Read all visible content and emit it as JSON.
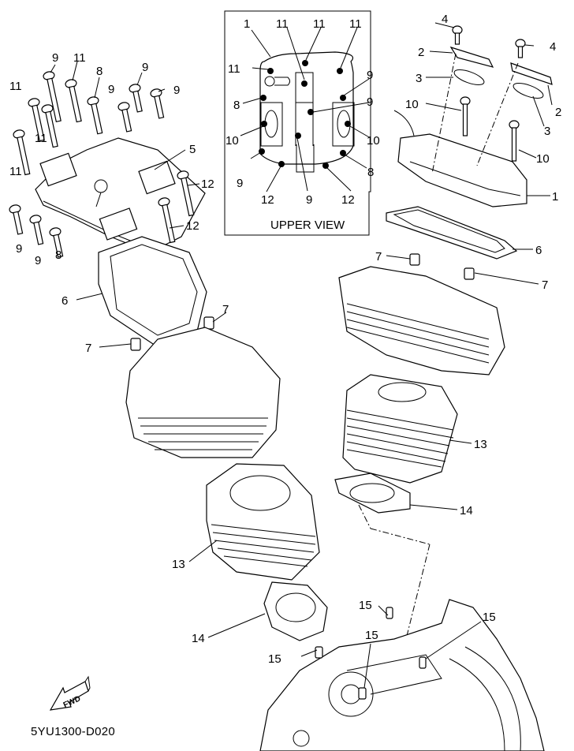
{
  "diagram": {
    "inset_title": "UPPER VIEW",
    "figure_code": "5YU1300-D020",
    "fwd_arrow_text": "FWD",
    "callouts": {
      "left_cover": [
        "9",
        "11",
        "8",
        "9",
        "9",
        "11",
        "9",
        "11",
        "11",
        "5",
        "12",
        "12",
        "9",
        "9",
        "8"
      ],
      "inset": [
        "1",
        "11",
        "11",
        "11",
        "11",
        "9",
        "8",
        "9",
        "10",
        "10",
        "9",
        "8",
        "12",
        "9",
        "12"
      ],
      "right_cover": [
        "4",
        "4",
        "2",
        "2",
        "3",
        "3",
        "10",
        "10",
        "1",
        "6",
        "7",
        "7"
      ],
      "left_head": [
        "6",
        "7",
        "7",
        "13",
        "14"
      ],
      "right_head": [
        "13",
        "14"
      ],
      "crankcase": [
        "15",
        "15",
        "15",
        "15"
      ]
    }
  }
}
